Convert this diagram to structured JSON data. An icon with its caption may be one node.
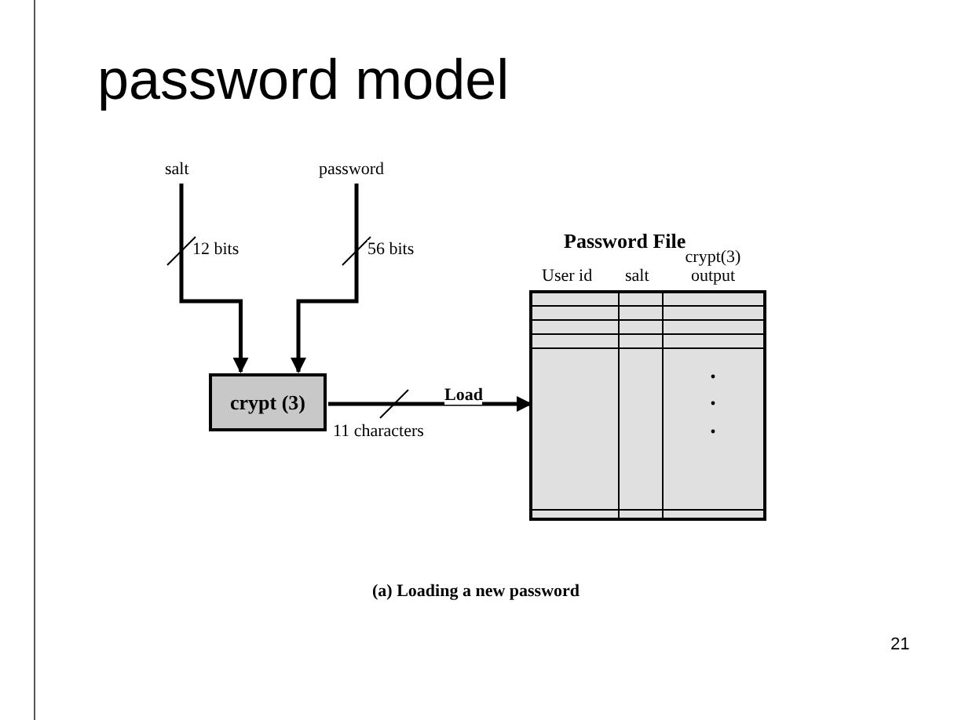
{
  "diagram": {
    "title": "password model",
    "caption": "(a) Loading a new password",
    "nodes": [
      {
        "text": [
          "salt"
        ]
      },
      {
        "text": [
          "password"
        ]
      },
      {
        "text": [
          "crypt (3)"
        ]
      },
      {
        "text": [
          "Password File",
          "User id",
          "salt",
          "crypt(3) output"
        ]
      }
    ],
    "edges": [
      {
        "from": 0,
        "to": 2,
        "arrow": "to",
        "label": "12 bits"
      },
      {
        "from": 1,
        "to": 2,
        "arrow": "to",
        "label": "56 bits"
      },
      {
        "from": 2,
        "to": 3,
        "arrow": "to",
        "label": "Load"
      }
    ],
    "labels": [
      "11 characters",
      "21"
    ]
  }
}
